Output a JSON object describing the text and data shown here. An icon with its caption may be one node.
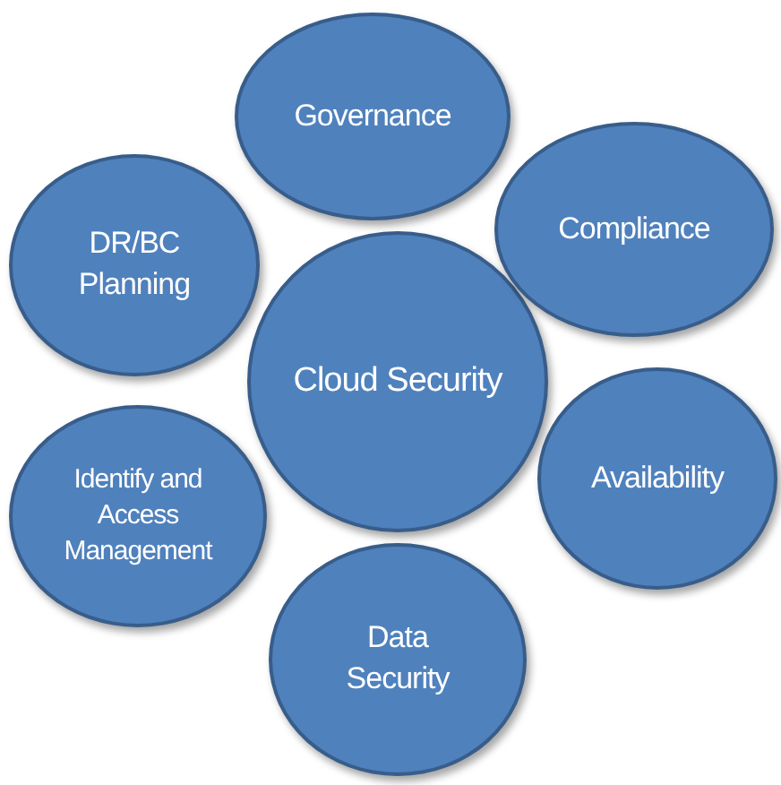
{
  "diagram": {
    "nodes": [
      {
        "text": [
          "Cloud Security"
        ]
      },
      {
        "text": [
          "Governance"
        ]
      },
      {
        "text": [
          "Compliance"
        ]
      },
      {
        "text": [
          "Availability"
        ]
      },
      {
        "text": [
          "Data Security"
        ]
      },
      {
        "text": [
          "Identify and Access Management"
        ]
      },
      {
        "text": [
          "DR/BC Planning"
        ]
      }
    ]
  }
}
